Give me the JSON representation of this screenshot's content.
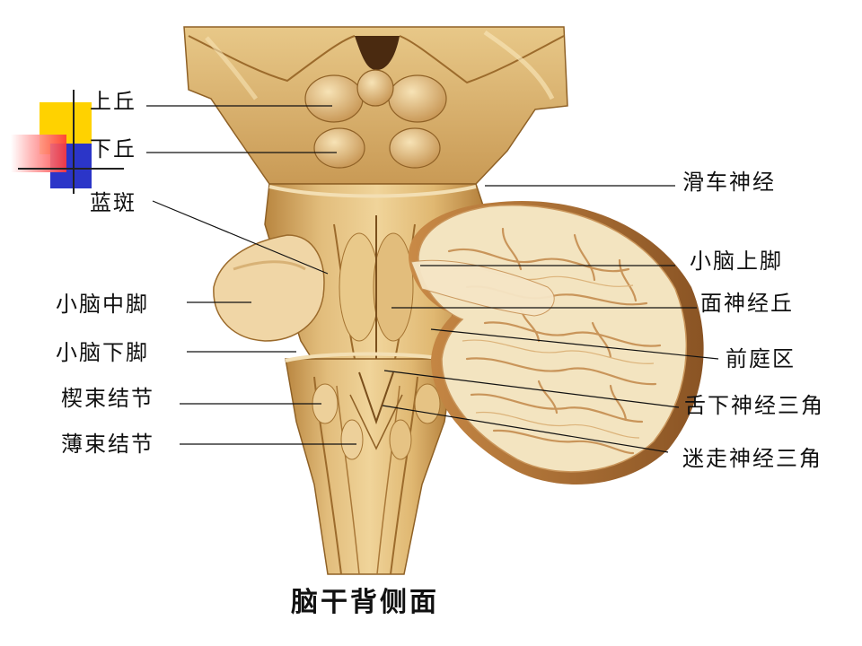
{
  "slide": {
    "caption": "脑干背侧面",
    "labels": {
      "superior_colliculus": "上丘",
      "inferior_colliculus": "下丘",
      "locus_coeruleus": "蓝斑",
      "trochlear_nerve": "滑车神经",
      "superior_cerebellar_peduncle": "小脑上脚",
      "middle_cerebellar_peduncle": "小脑中脚",
      "facial_colliculus": "面神经丘",
      "inferior_cerebellar_peduncle": "小脑下脚",
      "vestibular_area": "前庭区",
      "cuneate_tubercle": "楔束结节",
      "hypoglossal_trigone": "舌下神经三角",
      "gracile_tubercle": "薄束结节",
      "vagal_trigone": "迷走神经三角"
    },
    "colors": {
      "tissue_light": "#f0d9a8",
      "tissue_mid": "#d9ad66",
      "tissue_dark": "#a8752f",
      "cerebellum_cut": "#f3e4c0",
      "cerebellum_folia": "#c9955a",
      "deco_yellow": "#ffd200",
      "deco_blue": "#2b35c8",
      "deco_red": "#ff4a4a"
    }
  }
}
